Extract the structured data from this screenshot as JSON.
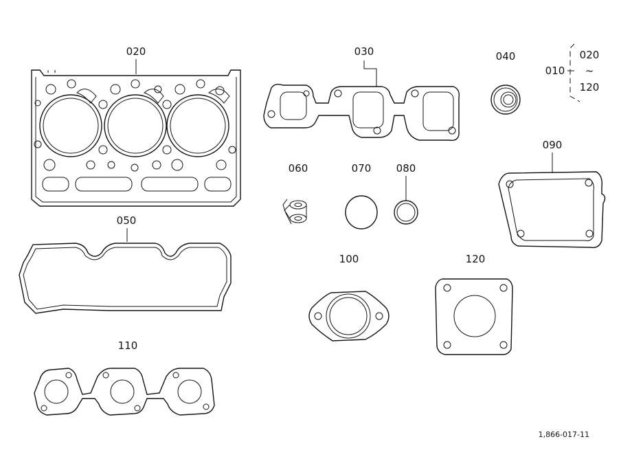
{
  "parts": {
    "p020": "020",
    "p030": "030",
    "p040": "040",
    "p050": "050",
    "p060": "060",
    "p070": "070",
    "p080": "080",
    "p090": "090",
    "p100": "100",
    "p110": "110",
    "p120": "120"
  },
  "kit": {
    "label": "010",
    "range_from": "020",
    "range_sep": "~",
    "range_to": "120"
  },
  "drawing_code": "1,866-017-11"
}
